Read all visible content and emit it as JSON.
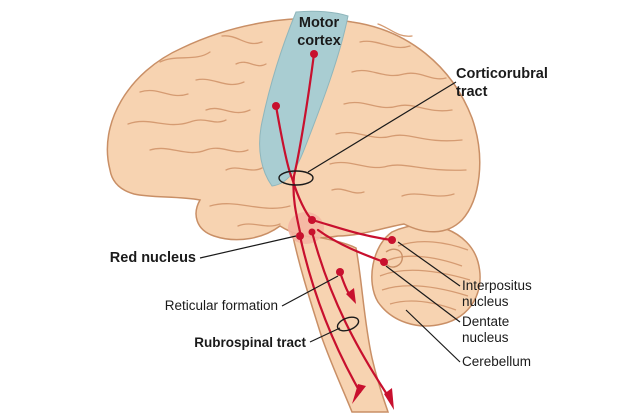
{
  "labels": {
    "motor_cortex": [
      "Motor",
      "cortex"
    ],
    "corticorubral_tract": [
      "Corticorubral",
      "tract"
    ],
    "red_nucleus": "Red nucleus",
    "reticular_formation": "Reticular formation",
    "rubrospinal_tract": "Rubrospinal tract",
    "interpositus_nucleus": [
      "Interpositus",
      "nucleus"
    ],
    "dentate_nucleus": [
      "Dentate",
      "nucleus"
    ],
    "cerebellum": "Cerebellum"
  },
  "colors": {
    "brain_fill": "#f7d3b1",
    "brain_stroke": "#c98f66",
    "gyri": "#d59b72",
    "motor_cortex_fill": "#a9cdd2",
    "tract": "#c8102e",
    "pathway_highlight": "#f4b6a3",
    "line": "#1a1a1a"
  }
}
